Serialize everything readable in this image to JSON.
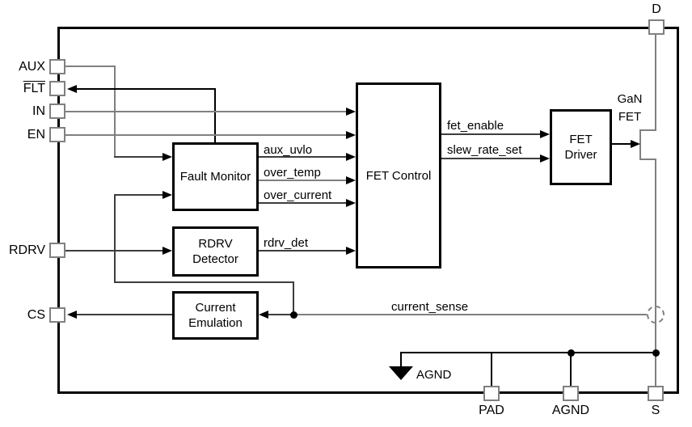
{
  "diagram": {
    "title_hint": "GaN FET driver functional block diagram",
    "pins": {
      "aux": "AUX",
      "flt": "FLT",
      "in": "IN",
      "en": "EN",
      "rdrv": "RDRV",
      "cs": "CS",
      "d": "D",
      "pad": "PAD",
      "agnd": "AGND",
      "s": "S"
    },
    "blocks": {
      "fault_monitor": "Fault Monitor",
      "rdrv_detector_line1": "RDRV",
      "rdrv_detector_line2": "Detector",
      "current_emulation_line1": "Current",
      "current_emulation_line2": "Emulation",
      "fet_control": "FET Control",
      "fet_driver_line1": "FET",
      "fet_driver_line2": "Driver"
    },
    "signals": {
      "aux_uvlo": "aux_uvlo",
      "over_temp": "over_temp",
      "over_current": "over_current",
      "rdrv_det": "rdrv_det",
      "fet_enable": "fet_enable",
      "slew_rate_set": "slew_rate_set",
      "current_sense": "current_sense"
    },
    "annotations": {
      "gan_fet_line1": "GaN",
      "gan_fet_line2": "FET",
      "agnd_symbol": "AGND"
    },
    "colors": {
      "background": "#ffffff",
      "block_border": "#000000",
      "pin_border": "#808080",
      "wire_dark": "#3d3d3d",
      "wire_gray": "#808080",
      "text": "#000000"
    }
  }
}
